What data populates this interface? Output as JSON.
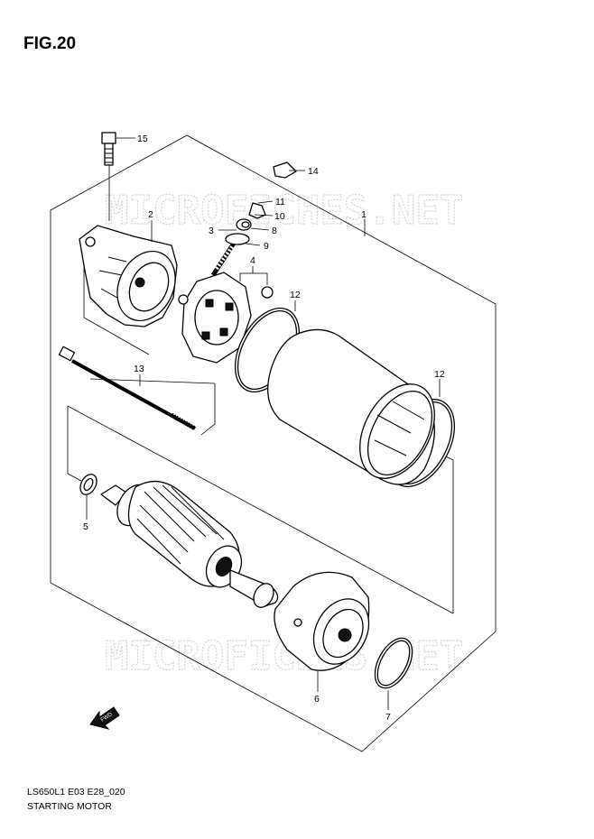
{
  "figure": {
    "title": "FIG.20",
    "code": "LS650L1 E03 E28_020",
    "name": "STARTING MOTOR"
  },
  "watermark": {
    "text": "MICROFICHES.NET",
    "color": "#d3d3d3"
  },
  "direction_tag": "FWD",
  "callouts": {
    "c1": "1",
    "c2": "2",
    "c3": "3",
    "c4": "4",
    "c5": "5",
    "c6": "6",
    "c7": "7",
    "c8": "8",
    "c9": "9",
    "c10": "10",
    "c11": "11",
    "c12a": "12",
    "c12b": "12",
    "c13": "13",
    "c14": "14",
    "c15": "15"
  }
}
